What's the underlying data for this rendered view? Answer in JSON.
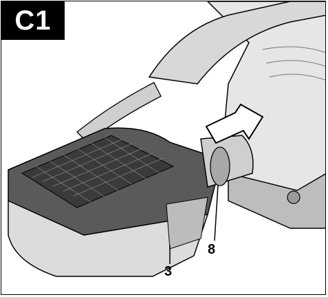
{
  "figure": {
    "badge": "C1",
    "callouts": [
      {
        "id": "8",
        "text": "8"
      },
      {
        "id": "3",
        "text": "3"
      }
    ]
  },
  "colors": {
    "line": "#000000",
    "light_gray": "#e4e4e4",
    "mid_gray": "#c8c8c8",
    "dark_gray": "#4a4a4a",
    "badge_bg": "#000000",
    "badge_text": "#ffffff"
  },
  "icons": [
    "insert-arrow-icon"
  ]
}
